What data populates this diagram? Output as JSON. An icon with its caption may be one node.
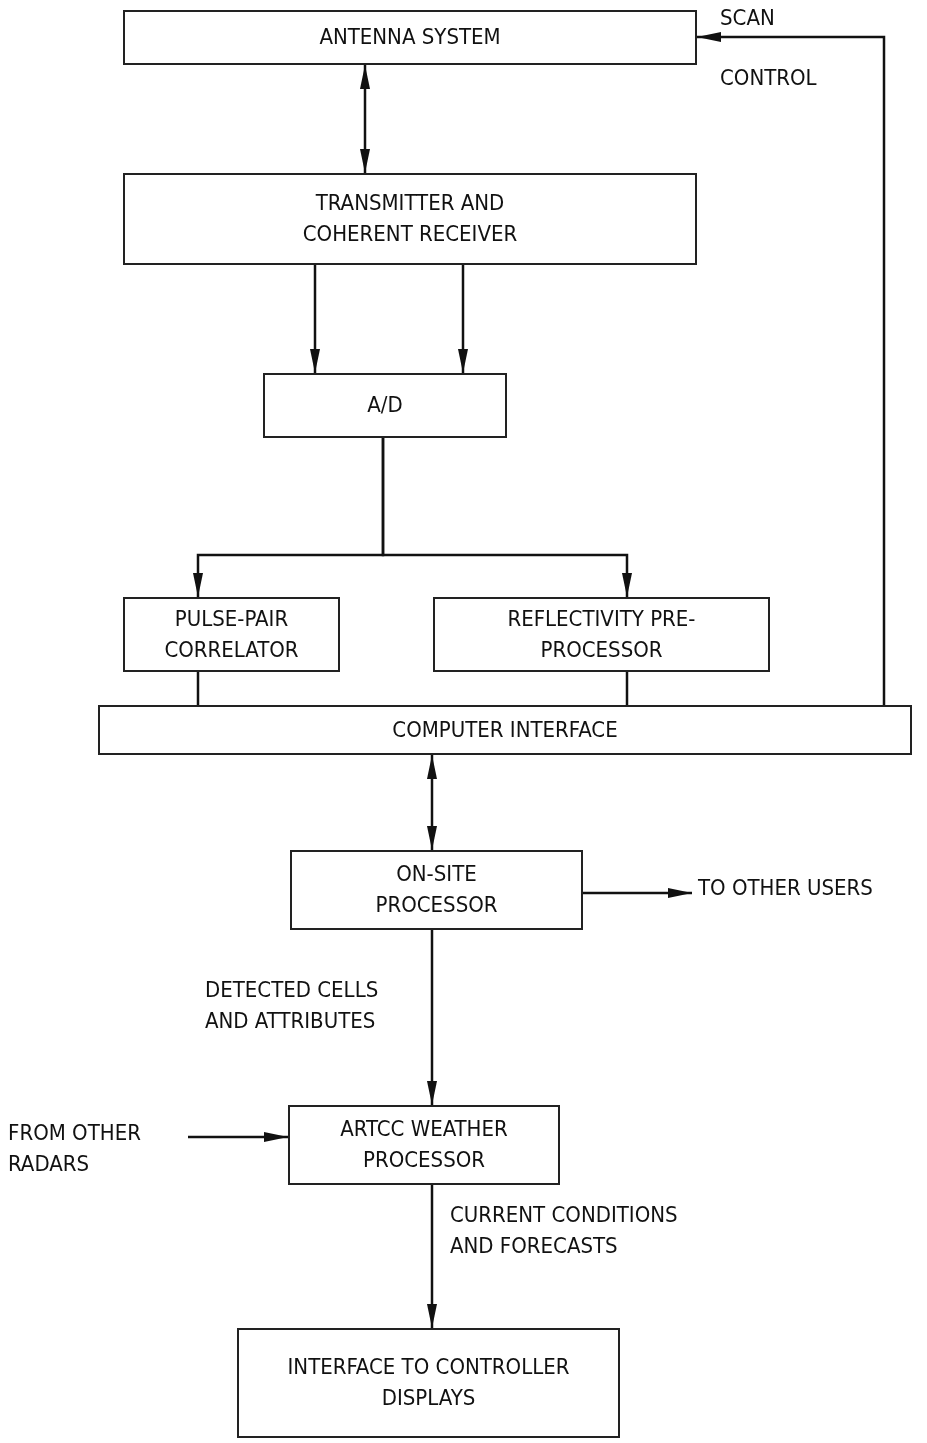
{
  "diagram": {
    "nodes": [
      {
        "text": [
          "ANTENNA SYSTEM"
        ]
      },
      {
        "text": [
          "TRANSMITTER AND COHERENT RECEIVER"
        ]
      },
      {
        "text": [
          "A/D"
        ]
      },
      {
        "text": [
          "PULSE-PAIR CORRELATOR"
        ]
      },
      {
        "text": [
          "REFLECTIVITY PRE-PROCESSOR"
        ]
      },
      {
        "text": [
          "COMPUTER INTERFACE"
        ]
      },
      {
        "text": [
          "ON-SITE PROCESSOR"
        ]
      },
      {
        "text": [
          "TO OTHER USERS"
        ]
      },
      {
        "text": [
          "ARTCC WEATHER PROCESSOR"
        ]
      },
      {
        "text": [
          "FROM OTHER RADARS"
        ]
      },
      {
        "text": [
          "INTERFACE TO CONTROLLER DISPLAYS"
        ]
      }
    ],
    "edges": [
      {
        "from": 0,
        "to": 1,
        "arrow": "both"
      },
      {
        "from": 1,
        "to": 2,
        "arrow": "to"
      },
      {
        "from": 1,
        "to": 2,
        "arrow": "to"
      },
      {
        "from": 2,
        "to": 3,
        "arrow": "to"
      },
      {
        "from": 2,
        "to": 4,
        "arrow": "to"
      },
      {
        "from": 3,
        "to": 5,
        "arrow": "none"
      },
      {
        "from": 4,
        "to": 5,
        "arrow": "none"
      },
      {
        "from": 5,
        "to": 0,
        "arrow": "to",
        "label": "SCAN CONTROL"
      },
      {
        "from": 5,
        "to": 6,
        "arrow": "both"
      },
      {
        "from": 6,
        "to": 7,
        "arrow": "to"
      },
      {
        "from": 6,
        "to": 8,
        "arrow": "to",
        "label": "DETECTED CELLS AND ATTRIBUTES"
      },
      {
        "from": 9,
        "to": 8,
        "arrow": "to"
      },
      {
        "from": 8,
        "to": 10,
        "arrow": "to",
        "label": "CURRENT CONDITIONS AND FORECASTS"
      }
    ]
  }
}
